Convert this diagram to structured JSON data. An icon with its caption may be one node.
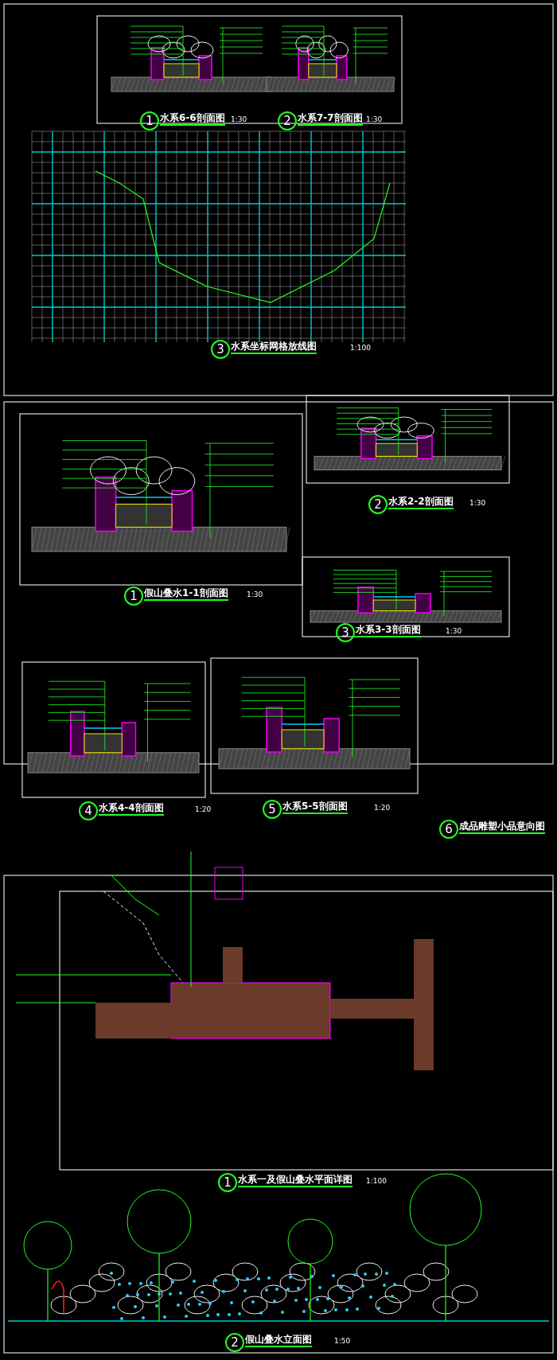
{
  "diagram": {
    "labels": [
      "1",
      "水系6-6剖面图",
      "1:30",
      "2",
      "水系7-7剖面图",
      "1:30",
      "3",
      "水系坐标网格放线图",
      "1:100",
      "1",
      "假山叠水1-1剖面图",
      "1:30",
      "2",
      "水系2-2剖面图",
      "1:30",
      "3",
      "水系3-3剖面图",
      "1:30",
      "4",
      "水系4-4剖面图",
      "1:20",
      "5",
      "水系5-5剖面图",
      "1:20",
      "6",
      "成品雕塑小品意向图",
      "1",
      "水系一及假山叠水平面详图",
      "1:100",
      "2",
      "假山叠水立面图",
      "1:50"
    ]
  }
}
